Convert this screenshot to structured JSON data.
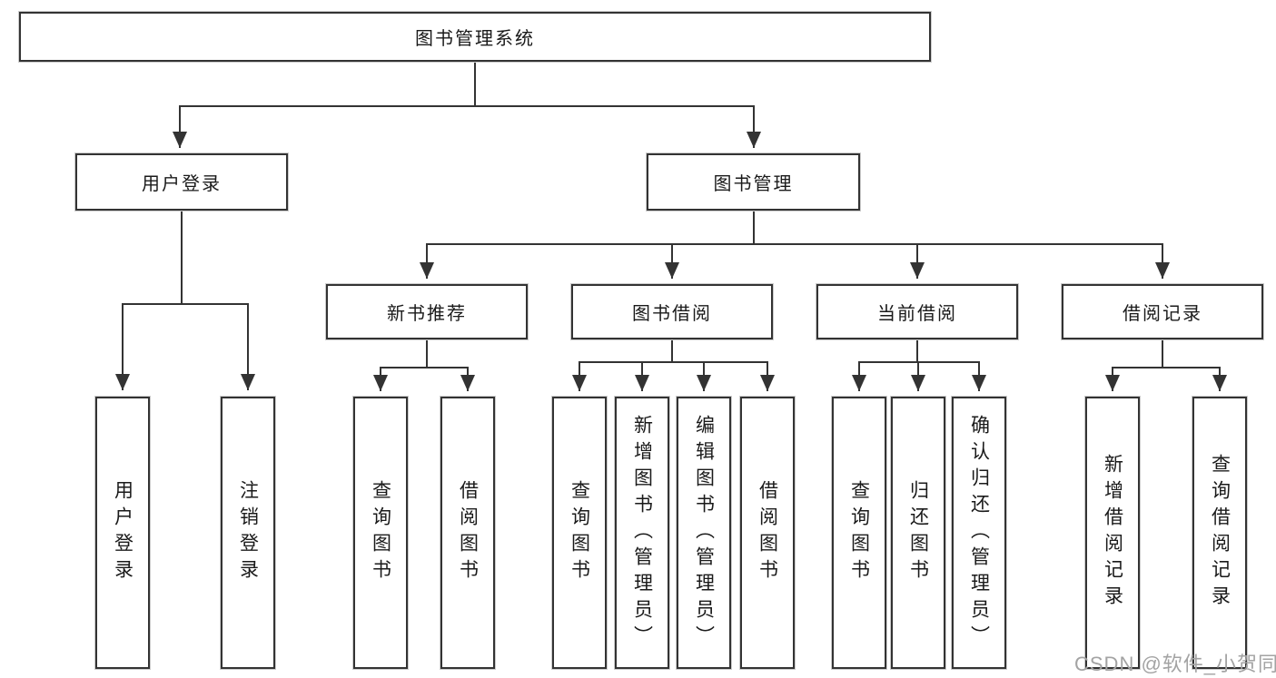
{
  "nodes": {
    "root": "图书管理系统",
    "user_login": "用户登录",
    "book_management": "图书管理",
    "new_book_recommend": "新书推荐",
    "book_borrowing": "图书借阅",
    "current_borrowing": "当前借阅",
    "borrowing_records": "借阅记录",
    "leaves": {
      "user_login": [
        "用户登录",
        "注销登录"
      ],
      "new_book_recommend": [
        "查询图书",
        "借阅图书"
      ],
      "book_borrowing": [
        "查询图书",
        "新增图书（管理员）",
        "编辑图书（管理员）",
        "借阅图书"
      ],
      "current_borrowing": [
        "查询图书",
        "归还图书",
        "确认归还（管理员）"
      ],
      "borrowing_records": [
        "新增借阅记录",
        "查询借阅记录"
      ]
    }
  },
  "watermark": "CSDN @软件_小贺同学",
  "colors": {
    "line": "#333333",
    "box_border": "#333333",
    "box_fill": "#ffffff",
    "text": "#1a1a1a",
    "watermark": "#a3a3a3",
    "background": "#ffffff"
  }
}
